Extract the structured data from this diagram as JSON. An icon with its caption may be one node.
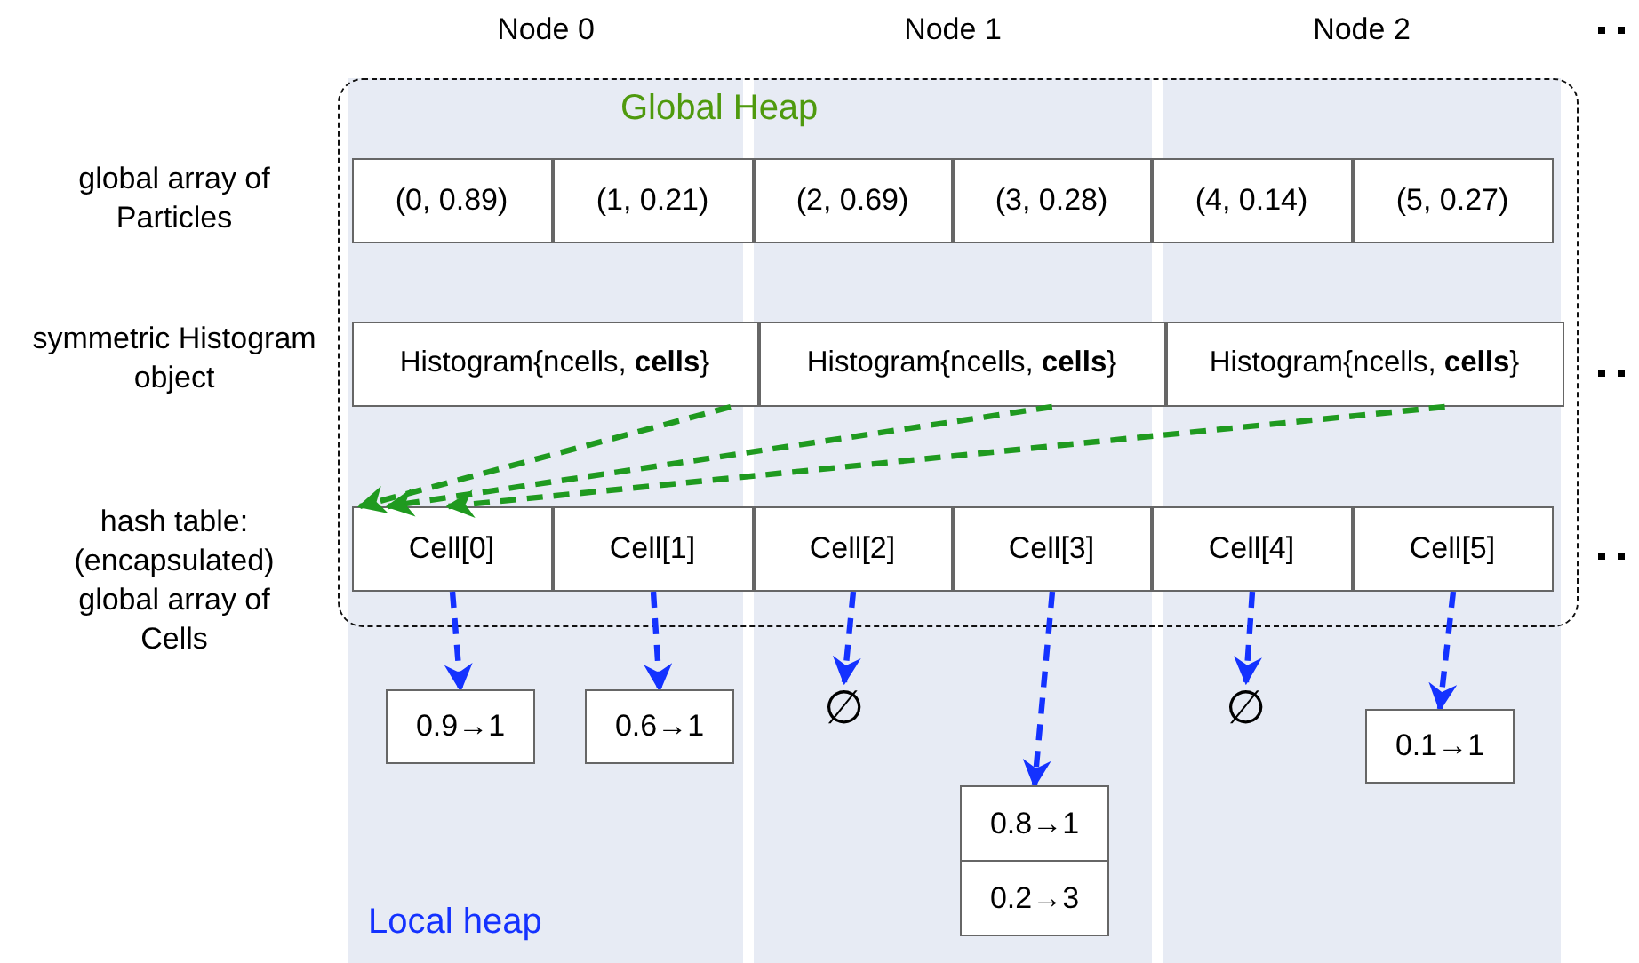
{
  "diagram": {
    "nodes": [
      {
        "text": [
          "Global Heap"
        ]
      },
      {
        "text": [
          "(0, 0.89)"
        ],
        "in": 0
      },
      {
        "text": [
          "(1, 0.21)"
        ],
        "in": 0
      },
      {
        "text": [
          "(2, 0.69)"
        ],
        "in": 0
      },
      {
        "text": [
          "(3, 0.28)"
        ],
        "in": 0
      },
      {
        "text": [
          "(4, 0.14)"
        ],
        "in": 0
      },
      {
        "text": [
          "(5, 0.27)"
        ],
        "in": 0
      },
      {
        "text": [
          "Histogram{ncells, **cells**}"
        ],
        "in": 0
      },
      {
        "text": [
          "Histogram{ncells, **cells**}"
        ],
        "in": 0
      },
      {
        "text": [
          "Histogram{ncells, **cells**}"
        ],
        "in": 0
      },
      {
        "text": [
          "Cell[0]"
        ],
        "in": 0
      },
      {
        "text": [
          "Cell[1]"
        ],
        "in": 0
      },
      {
        "text": [
          "Cell[2]"
        ],
        "in": 0
      },
      {
        "text": [
          "Cell[3]"
        ],
        "in": 0
      },
      {
        "text": [
          "Cell[4]"
        ],
        "in": 0
      },
      {
        "text": [
          "Cell[5]"
        ],
        "in": 0
      },
      {
        "text": [
          "0.9→1"
        ]
      },
      {
        "text": [
          "0.6→1"
        ]
      },
      {
        "text": [
          "∅"
        ]
      },
      {
        "text": [
          "0.8→1"
        ]
      },
      {
        "text": [
          "0.2→3"
        ]
      },
      {
        "text": [
          "∅"
        ]
      },
      {
        "text": [
          "0.1→1"
        ]
      }
    ],
    "edges": [
      {
        "from": 7,
        "to": 10,
        "arrow": "to",
        "style": "dashed",
        "color": "#1f9a1f"
      },
      {
        "from": 8,
        "to": 10,
        "arrow": "to",
        "style": "dashed",
        "color": "#1f9a1f"
      },
      {
        "from": 9,
        "to": 10,
        "arrow": "to",
        "style": "dashed",
        "color": "#1f9a1f"
      },
      {
        "from": 10,
        "to": 16,
        "arrow": "to",
        "style": "dashed"
      },
      {
        "from": 11,
        "to": 17,
        "arrow": "to",
        "style": "dashed"
      },
      {
        "from": 12,
        "to": 18,
        "arrow": "to",
        "style": "dashed"
      },
      {
        "from": 13,
        "to": 19,
        "arrow": "to",
        "style": "dashed"
      },
      {
        "from": 14,
        "to": 21,
        "arrow": "to",
        "style": "dashed"
      },
      {
        "from": 15,
        "to": 22,
        "arrow": "to",
        "style": "dashed"
      }
    ],
    "labels": [
      "Node 0",
      "Node 1",
      "Node 2",
      "global array of Particles",
      "symmetric Histogram object",
      "hash table: (encapsulated) global array of Cells",
      "Local heap"
    ]
  }
}
